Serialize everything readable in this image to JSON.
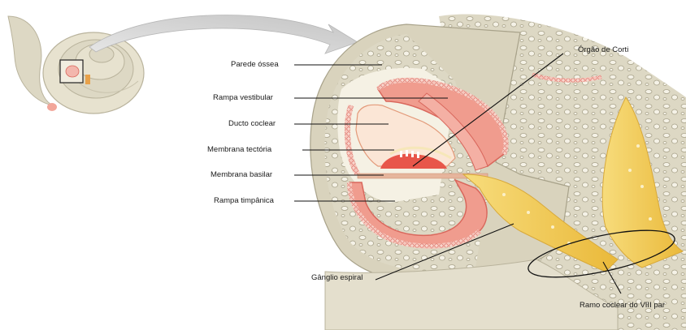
{
  "labels": {
    "parede_ossea": "Parede óssea",
    "rampa_vestibular": "Rampa vestibular",
    "ducto_coclear": "Ducto coclear",
    "membrana_tectoria": "Membrana tectória",
    "membrana_basilar": "Membrana basilar",
    "rampa_timpanica": "Rampa timpânica",
    "orgao_de_corti": "Órgão de Corti",
    "ganglio_espiral": "Gânglio espiral",
    "ramo_coclear": "Ramo coclear do VIII par"
  },
  "colors": {
    "bone": "#ddd8c4",
    "bone_dark": "#b9b39c",
    "canal": "#f3b7ad",
    "canal_edge": "#d9675c",
    "nerve": "#f2c84a",
    "nerve_light": "#f7dc7c",
    "arrow": "#cfcfcf"
  }
}
